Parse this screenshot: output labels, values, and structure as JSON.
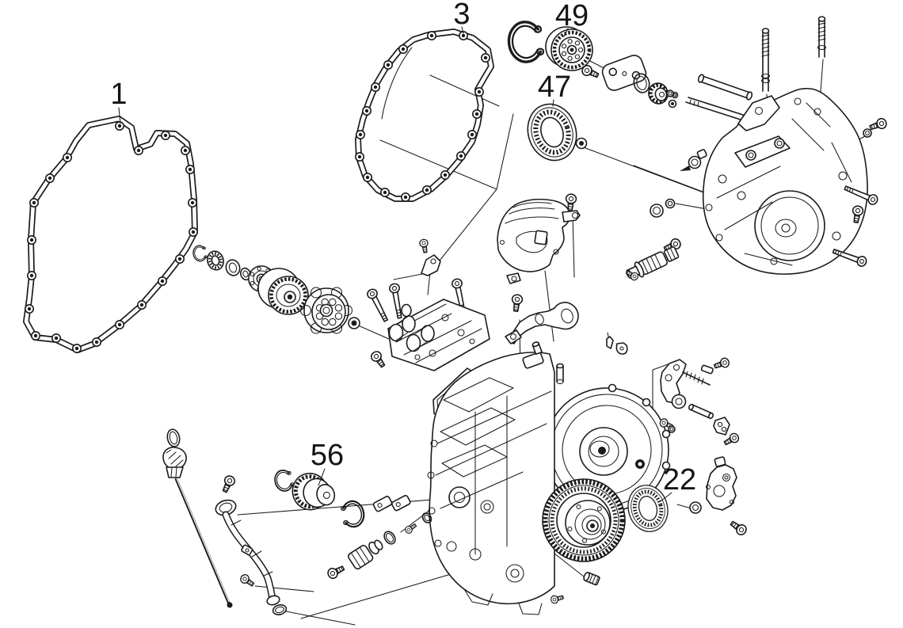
{
  "diagram": {
    "background_color": "#ffffff",
    "line_color": "#1b1b1b",
    "callouts": [
      {
        "label": "1",
        "part": "side-cover-gasket"
      },
      {
        "label": "3",
        "part": "end-cover-gasket"
      },
      {
        "label": "49",
        "part": "bearing-with-snap-ring"
      },
      {
        "label": "47",
        "part": "oil-seal"
      },
      {
        "label": "56",
        "part": "sensor-gear-with-snap-rings"
      },
      {
        "label": "22",
        "part": "driveshaft-oil-seal"
      }
    ]
  }
}
